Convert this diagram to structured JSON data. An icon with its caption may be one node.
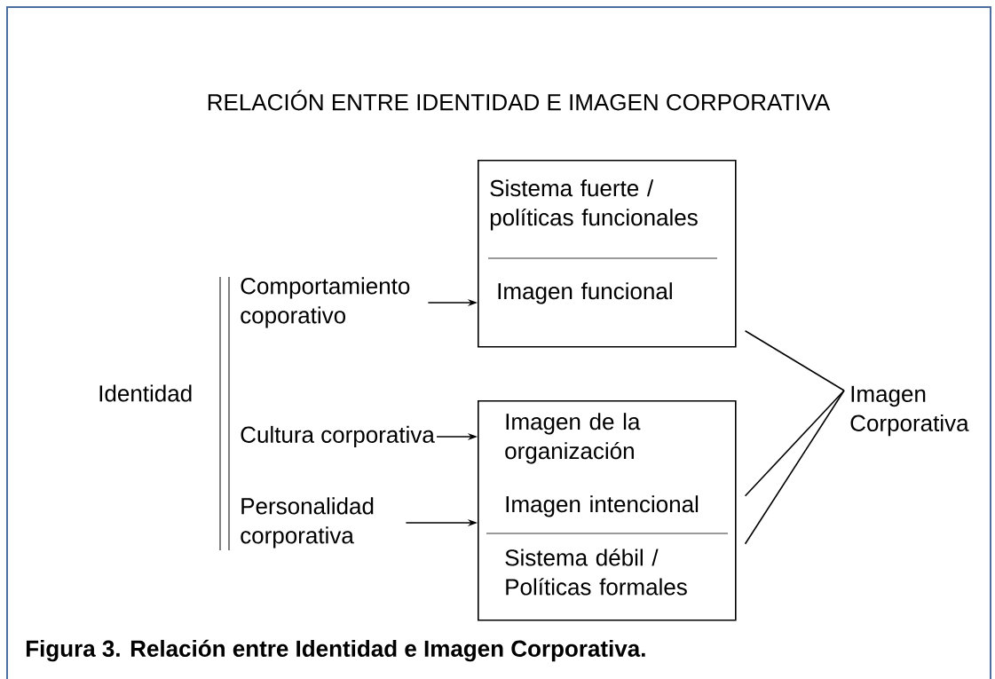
{
  "diagram": {
    "title": "RELACIÓN ENTRE IDENTIDAD E IMAGEN CORPORATIVA",
    "caption": "Figura 3. Relación entre Identidad e Imagen Corporativa.",
    "nodes": [
      {
        "text": [
          "Comportamiento coporativo"
        ]
      },
      {
        "text": [
          "Sistema fuerte / políticas funcionales",
          "Imagen funcional"
        ]
      },
      {
        "text": [
          "Cultura corporativa"
        ]
      },
      {
        "text": [
          "Personalidad corporativa"
        ]
      },
      {
        "text": [
          "Imagen de la organización",
          "Imagen intencional",
          "Sistema débil / Políticas formales"
        ]
      },
      {
        "text": [
          "Imagen Corporativa"
        ]
      }
    ],
    "edges": [
      {
        "from": 0,
        "to": 1,
        "arrow": "to"
      },
      {
        "from": 2,
        "to": 4,
        "arrow": "to"
      },
      {
        "from": 3,
        "to": 4,
        "arrow": "to"
      },
      {
        "from": 1,
        "to": 5,
        "arrow": "none"
      },
      {
        "from": 4,
        "to": 5,
        "arrow": "none"
      },
      {
        "from": 4,
        "to": 5,
        "arrow": "none"
      }
    ],
    "labels": [
      "Identidad"
    ]
  }
}
